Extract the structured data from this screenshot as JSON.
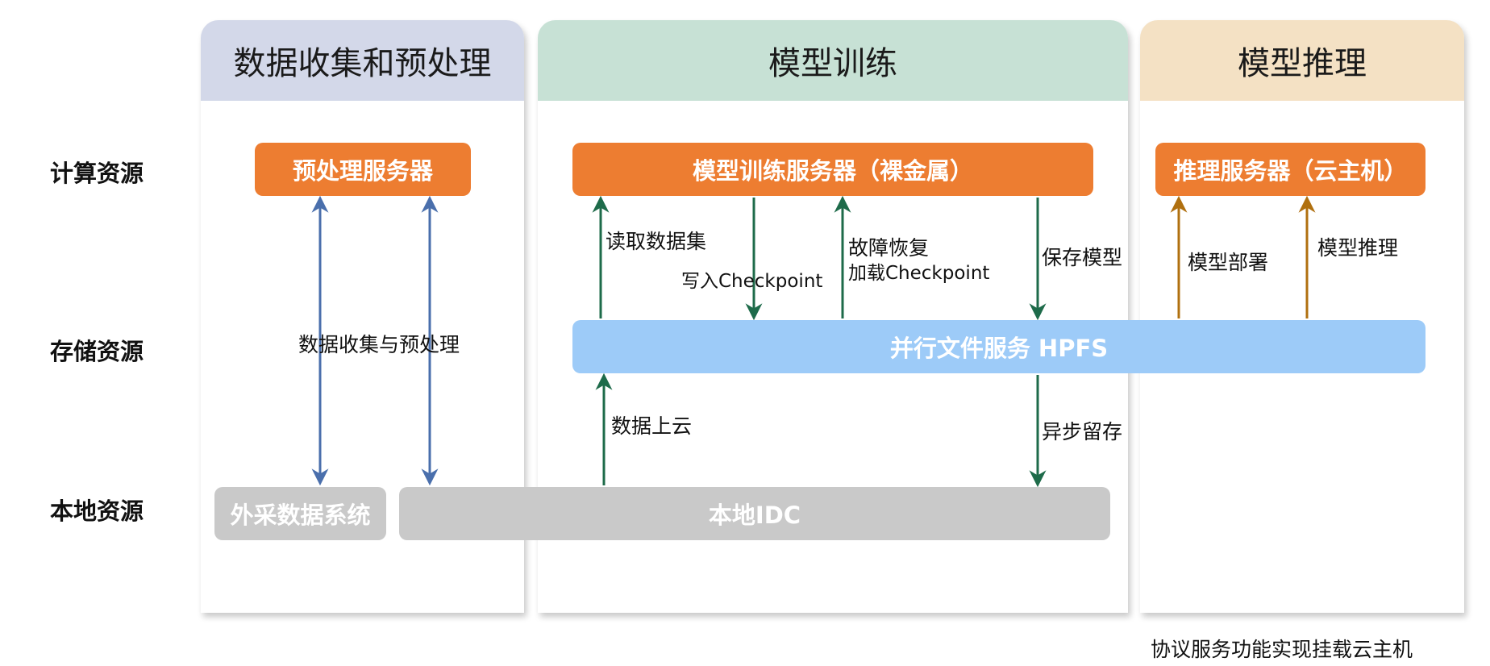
{
  "columns": {
    "data": {
      "title": "数据收集和预处理",
      "color": "#d3d8e9"
    },
    "train": {
      "title": "模型训练",
      "color": "#c7e1d5"
    },
    "infer": {
      "title": "模型推理",
      "color": "#f4e1c4"
    }
  },
  "rows": {
    "compute": "计算资源",
    "storage": "存储资源",
    "local": "本地资源"
  },
  "boxes": {
    "preprocess_server": "预处理服务器",
    "train_server": "模型训练服务器（裸金属）",
    "infer_server": "推理服务器（云主机）",
    "hpfs": "并行文件服务 HPFS",
    "external_data": "外采数据系统",
    "local_idc": "本地IDC"
  },
  "labels": {
    "collect_preprocess": "数据收集与预处理",
    "read_dataset": "读取数据集",
    "write_checkpoint": "写入Checkpoint",
    "fault_recovery": "故障恢复",
    "load_checkpoint": "加载Checkpoint",
    "save_model": "保存模型",
    "deploy_model": "模型部署",
    "model_inference": "模型推理",
    "data_to_cloud": "数据上云",
    "async_retention": "异步留存",
    "footnote": "协议服务功能实现挂载云主机"
  },
  "colors": {
    "blue_arrow": "#4a6fac",
    "green_arrow": "#1e6b4a",
    "brown_arrow": "#b0700f",
    "orange_box": "#ed7d31",
    "hpfs_box": "#9dcbf8",
    "gray_box": "#c9c9c9"
  }
}
